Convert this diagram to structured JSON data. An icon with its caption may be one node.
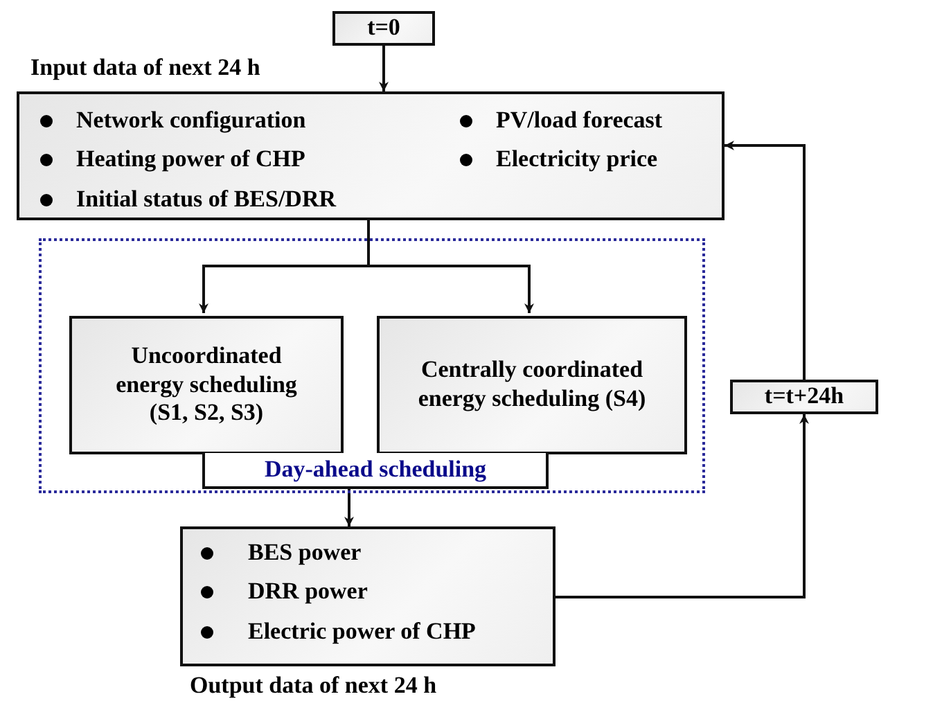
{
  "diagram": {
    "nodes": [
      {
        "text": [
          "t=0"
        ]
      },
      {
        "text": [
          "Input data of next 24 h",
          "Network configuration",
          "Heating power of CHP",
          "Initial status of BES/DRR",
          "PV/load forecast",
          "Electricity price"
        ]
      },
      {
        "text": [],
        "shape": "box"
      },
      {
        "text": [
          "Uncoordinated energy scheduling (S1, S2, S3)"
        ],
        "in": 2
      },
      {
        "text": [
          "Centrally coordinated energy scheduling (S4)"
        ],
        "in": 2
      },
      {
        "text": [
          "Day-ahead scheduling"
        ],
        "in": 2
      },
      {
        "text": [
          "BES power",
          "DRR power",
          "Electric power of CHP",
          "Output data of next 24 h"
        ]
      },
      {
        "text": [
          "t=t+24h"
        ]
      }
    ],
    "edges": [
      {
        "from": 0,
        "to": 1,
        "arrow": "to"
      },
      {
        "from": 1,
        "to": 3,
        "arrow": "to"
      },
      {
        "from": 1,
        "to": 4,
        "arrow": "to"
      },
      {
        "from": 5,
        "to": 6,
        "arrow": "to"
      },
      {
        "from": 6,
        "to": 7,
        "arrow": "to"
      },
      {
        "from": 7,
        "to": 1,
        "arrow": "to"
      }
    ]
  }
}
